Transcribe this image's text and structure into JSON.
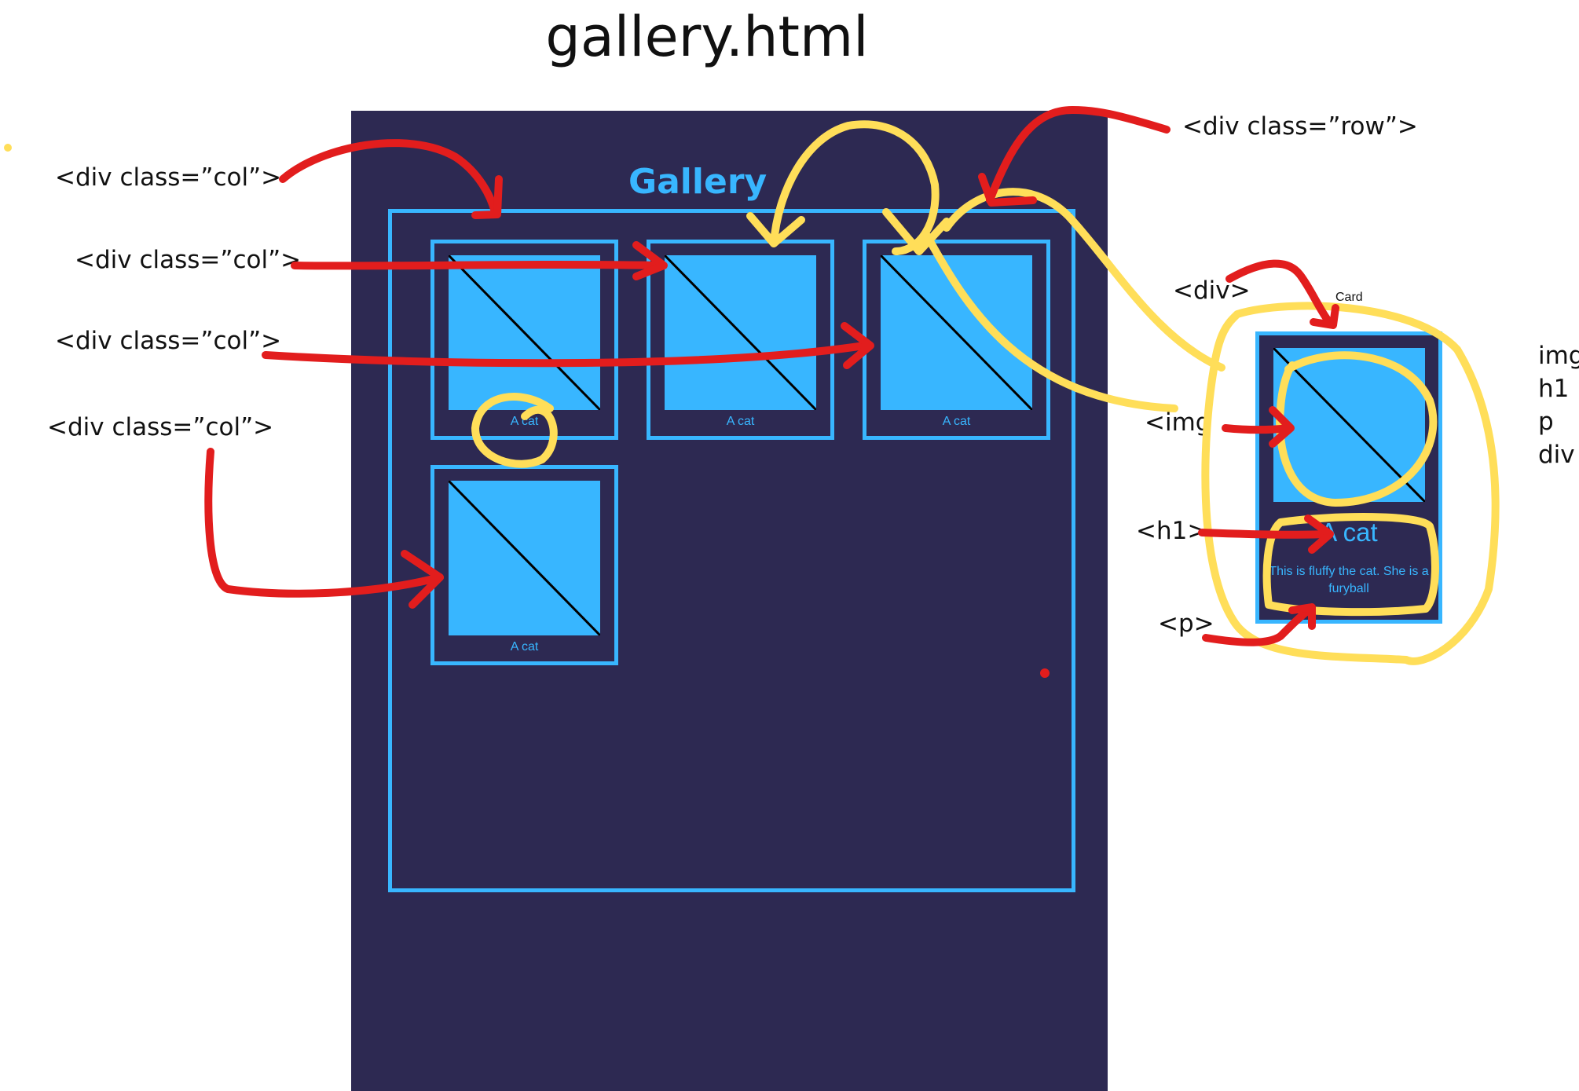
{
  "title": "gallery.html",
  "gallery": {
    "heading": "Gallery",
    "items": [
      {
        "caption": "A cat"
      },
      {
        "caption": "A cat"
      },
      {
        "caption": "A cat"
      },
      {
        "caption": "A cat"
      }
    ]
  },
  "annotations": {
    "col_labels": [
      "<div  class=”col”>",
      "<div  class=”col”>",
      "<div  class=”col”>",
      "<div  class=”col”>"
    ],
    "row_label": "<div  class=”row”>",
    "div_label": "<div>",
    "card_caption": "Card",
    "img_label": "<img",
    "h1_label": "<h1>",
    "p_label": "<p>"
  },
  "card": {
    "heading": "A cat",
    "text": "This is fluffy the cat. She is a furyball"
  },
  "tag_list": [
    "img",
    "h1",
    "p",
    "div"
  ],
  "colors": {
    "panel": "#2d2952",
    "accent": "#38b6ff",
    "annotation_red": "#e21d1d",
    "annotation_yellow": "#ffde59"
  }
}
